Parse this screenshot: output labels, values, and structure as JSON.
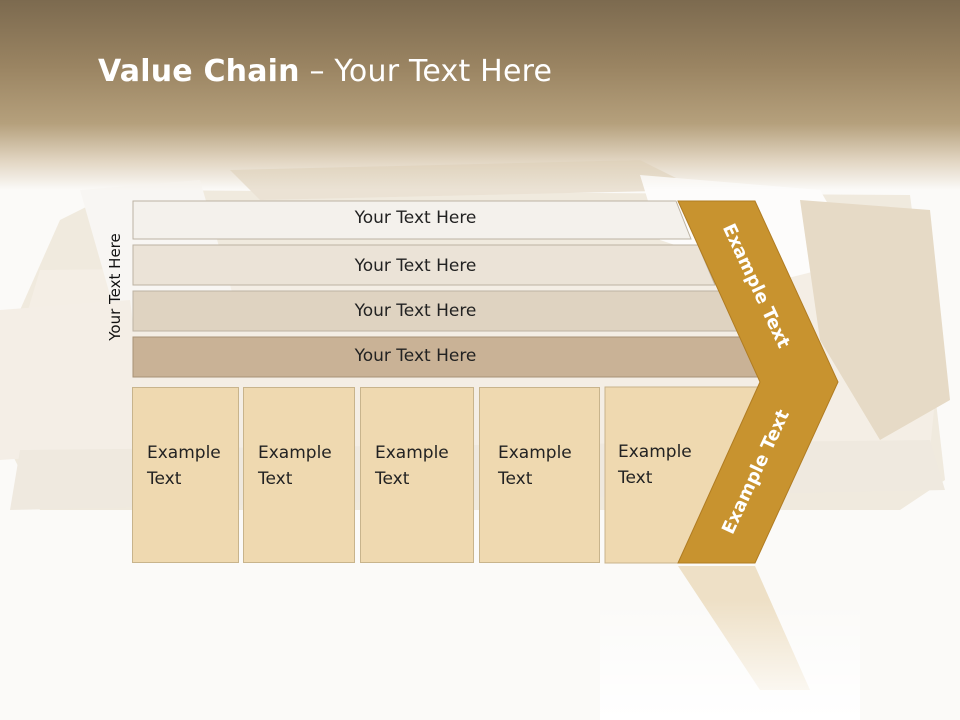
{
  "slide": {
    "title_bold": "Value Chain",
    "title_rest": " – Your Text Here",
    "vertical_label": "Your Text Here",
    "bands": [
      {
        "label": "Your Text Here",
        "color": "#f4f1ec"
      },
      {
        "label": "Your Text Here",
        "color": "#ebe3d7"
      },
      {
        "label": "Your Text Here",
        "color": "#dfd3c1"
      },
      {
        "label": "Your Text Here",
        "color": "#c9b296"
      }
    ],
    "columns": [
      {
        "line1": "Example",
        "line2": "Text"
      },
      {
        "line1": "Example",
        "line2": "Text"
      },
      {
        "line1": "Example",
        "line2": "Text"
      },
      {
        "line1": "Example",
        "line2": "Text"
      },
      {
        "line1": "Example",
        "line2": "Text"
      }
    ],
    "chevron_top_label": "Example Text",
    "chevron_bottom_label": "Example Text",
    "colors": {
      "chevron": "#c8932f",
      "column_fill": "#efd9b0",
      "top_band": "#9a8462"
    }
  }
}
